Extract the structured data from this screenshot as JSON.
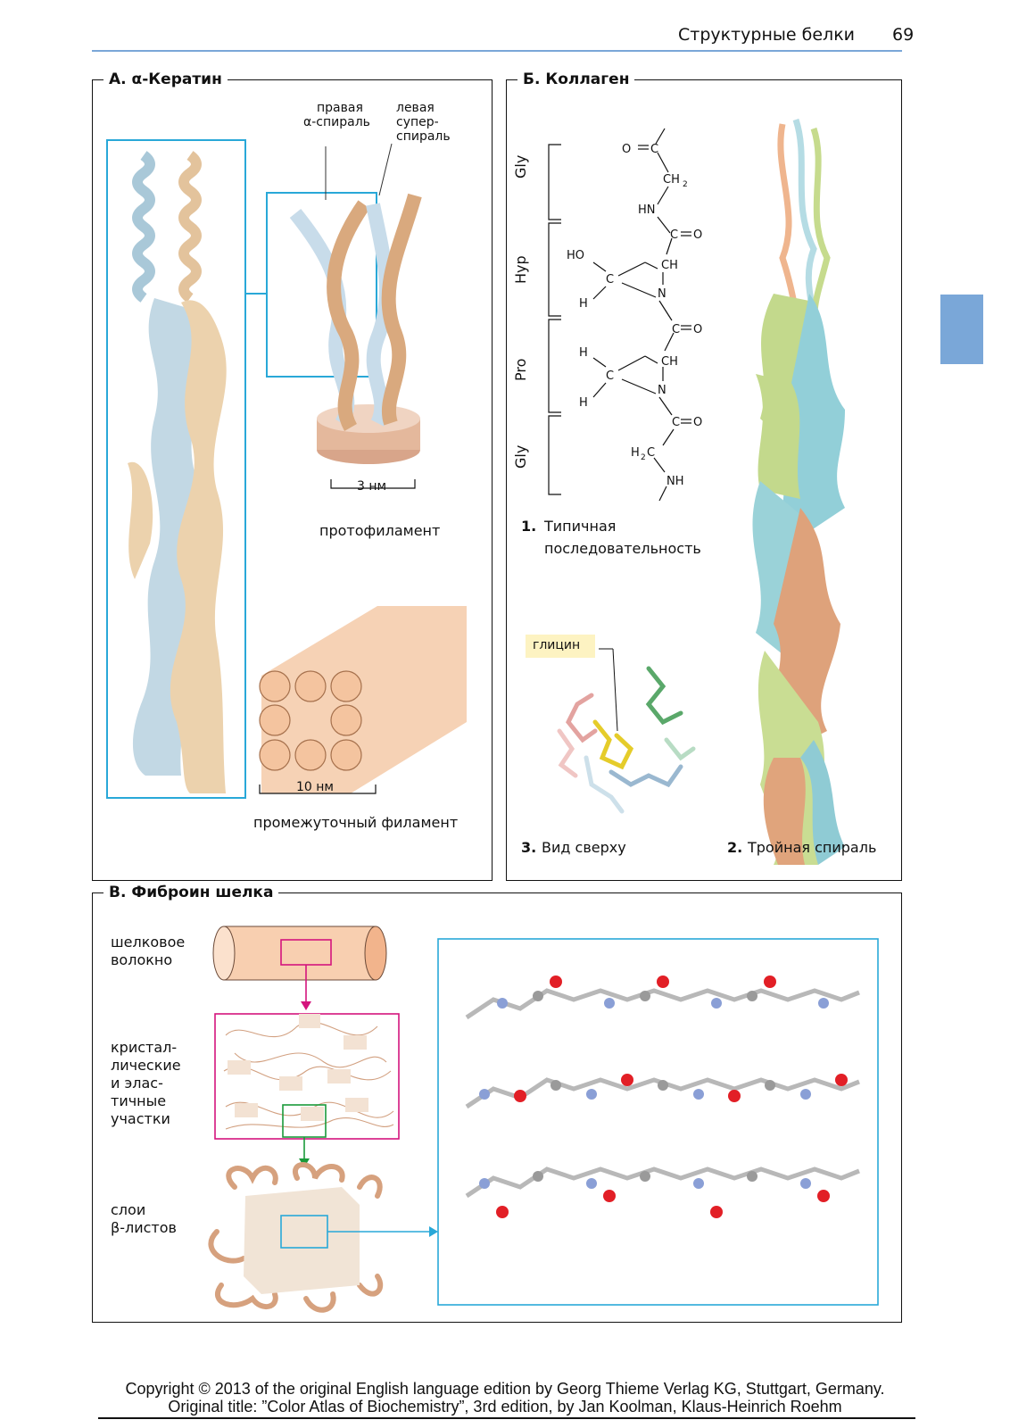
{
  "header": {
    "title": "Структурные белки",
    "page_number": "69"
  },
  "panel_a": {
    "title": "А. α-Кератин",
    "label_right_helix": [
      "правая",
      "α-спираль"
    ],
    "label_left_superhelix": [
      "левая",
      "супер-",
      "спираль"
    ],
    "scale_3nm": "3 нм",
    "protofilament": "протофиламент",
    "scale_10nm": "10 нм",
    "intermediate_filament": "промежуточный филамент"
  },
  "panel_b": {
    "title": "Б. Коллаген",
    "residues": [
      "Gly",
      "Hyp",
      "Pro",
      "Gly"
    ],
    "caption_1_num": "1.",
    "caption_1": [
      "Типичная",
      "последовательность"
    ],
    "glycine_label": "глицин",
    "caption_3_num": "3.",
    "caption_3": "Вид сверху",
    "caption_2_num": "2.",
    "caption_2": "Тройная спираль"
  },
  "panel_c": {
    "title": "В. Фиброин шелка",
    "silk_fiber": [
      "шелковое",
      "волокно"
    ],
    "crystalline": [
      "кристал-",
      "лические",
      "и элас-",
      "тичные",
      "участки"
    ],
    "beta_layers": [
      "слои",
      "β-листов"
    ]
  },
  "colors": {
    "accent_blue": "#29a8d8",
    "tab_blue": "#7aa7d8",
    "helix_blue": "#b8d4e0",
    "helix_tan": "#e8c9a0",
    "collagen_green": "#b9d08a",
    "collagen_cyan": "#8ccbd3",
    "collagen_orange": "#dba27a",
    "magenta": "#d4147d",
    "green": "#1a9a3a"
  },
  "footer": {
    "line1": "Copyright © 2013 of the original English language edition by Georg Thieme Verlag KG, Stuttgart, Germany.",
    "line2": "Original title: ”Color Atlas of Biochemistry”, 3rd edition, by Jan Koolman, Klaus-Heinrich Roehm"
  }
}
